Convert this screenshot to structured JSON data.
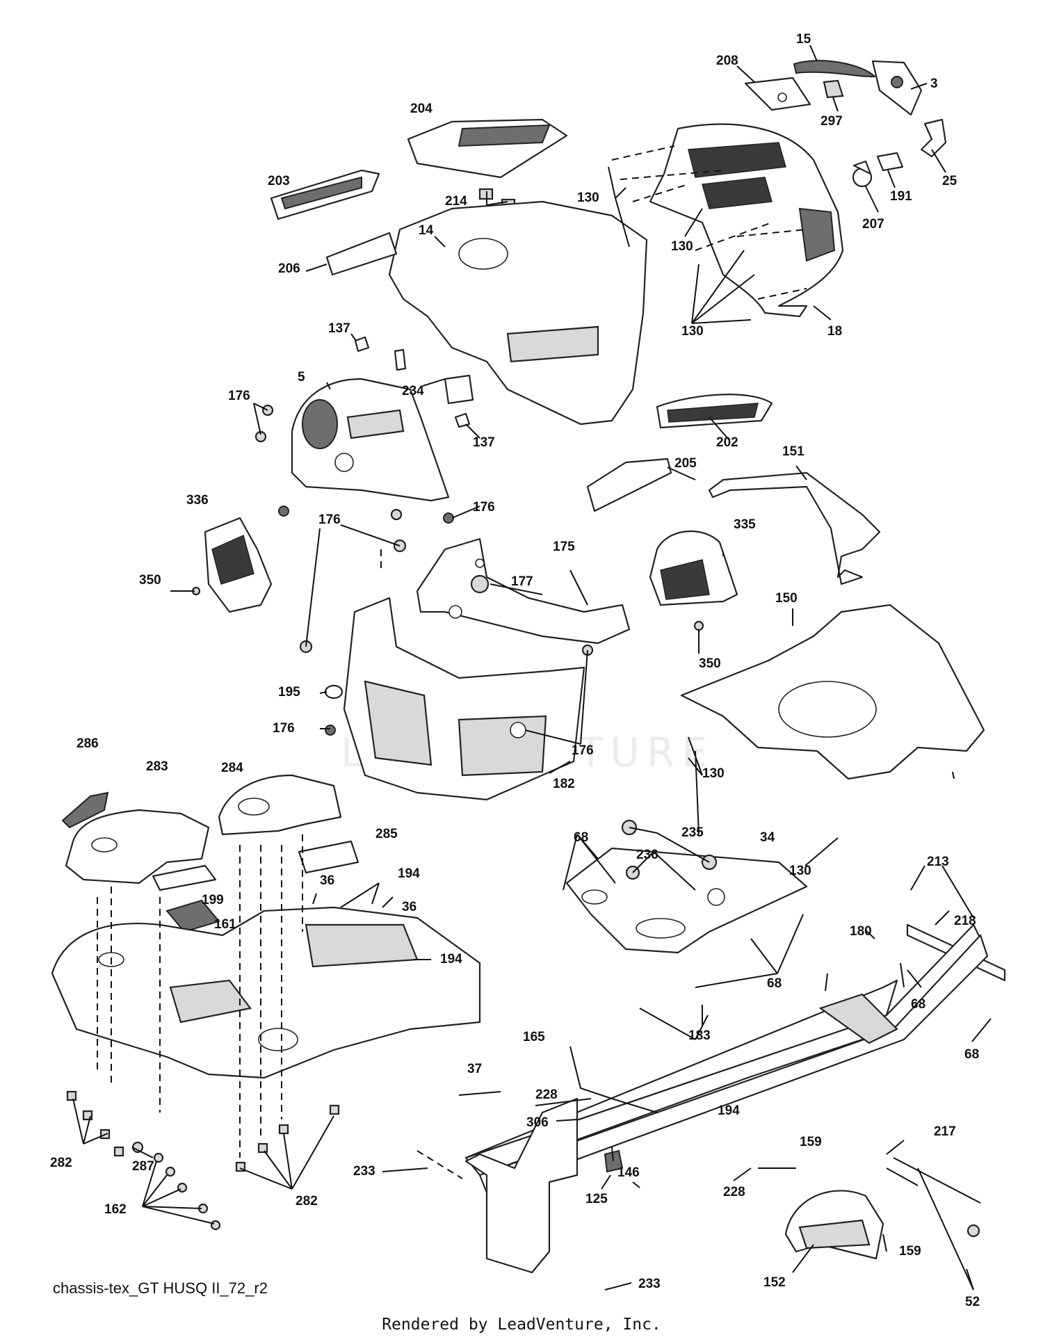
{
  "diagram": {
    "caption": "chassis-tex_GT HUSQ II_72_r2",
    "footer": "Rendered by LeadVenture, Inc.",
    "watermark": "LEADVENTURE"
  },
  "labels": [
    "15",
    "208",
    "3",
    "297",
    "204",
    "25",
    "191",
    "207",
    "130",
    "203",
    "214",
    "14",
    "130",
    "206",
    "130",
    "18",
    "137",
    "5",
    "234",
    "176",
    "137",
    "202",
    "205",
    "151",
    "336",
    "176",
    "176",
    "335",
    "175",
    "177",
    "350",
    "150",
    "350",
    "195",
    "176",
    "176",
    "182",
    "130",
    "286",
    "283",
    "284",
    "285",
    "130",
    "68",
    "235",
    "34",
    "236",
    "36",
    "194",
    "36",
    "199",
    "213",
    "161",
    "218",
    "194",
    "68",
    "180",
    "68",
    "68",
    "37",
    "183",
    "165",
    "228",
    "194",
    "306",
    "159",
    "217",
    "146",
    "282",
    "287",
    "125",
    "228",
    "233",
    "162",
    "282",
    "152",
    "159",
    "52",
    "233"
  ]
}
